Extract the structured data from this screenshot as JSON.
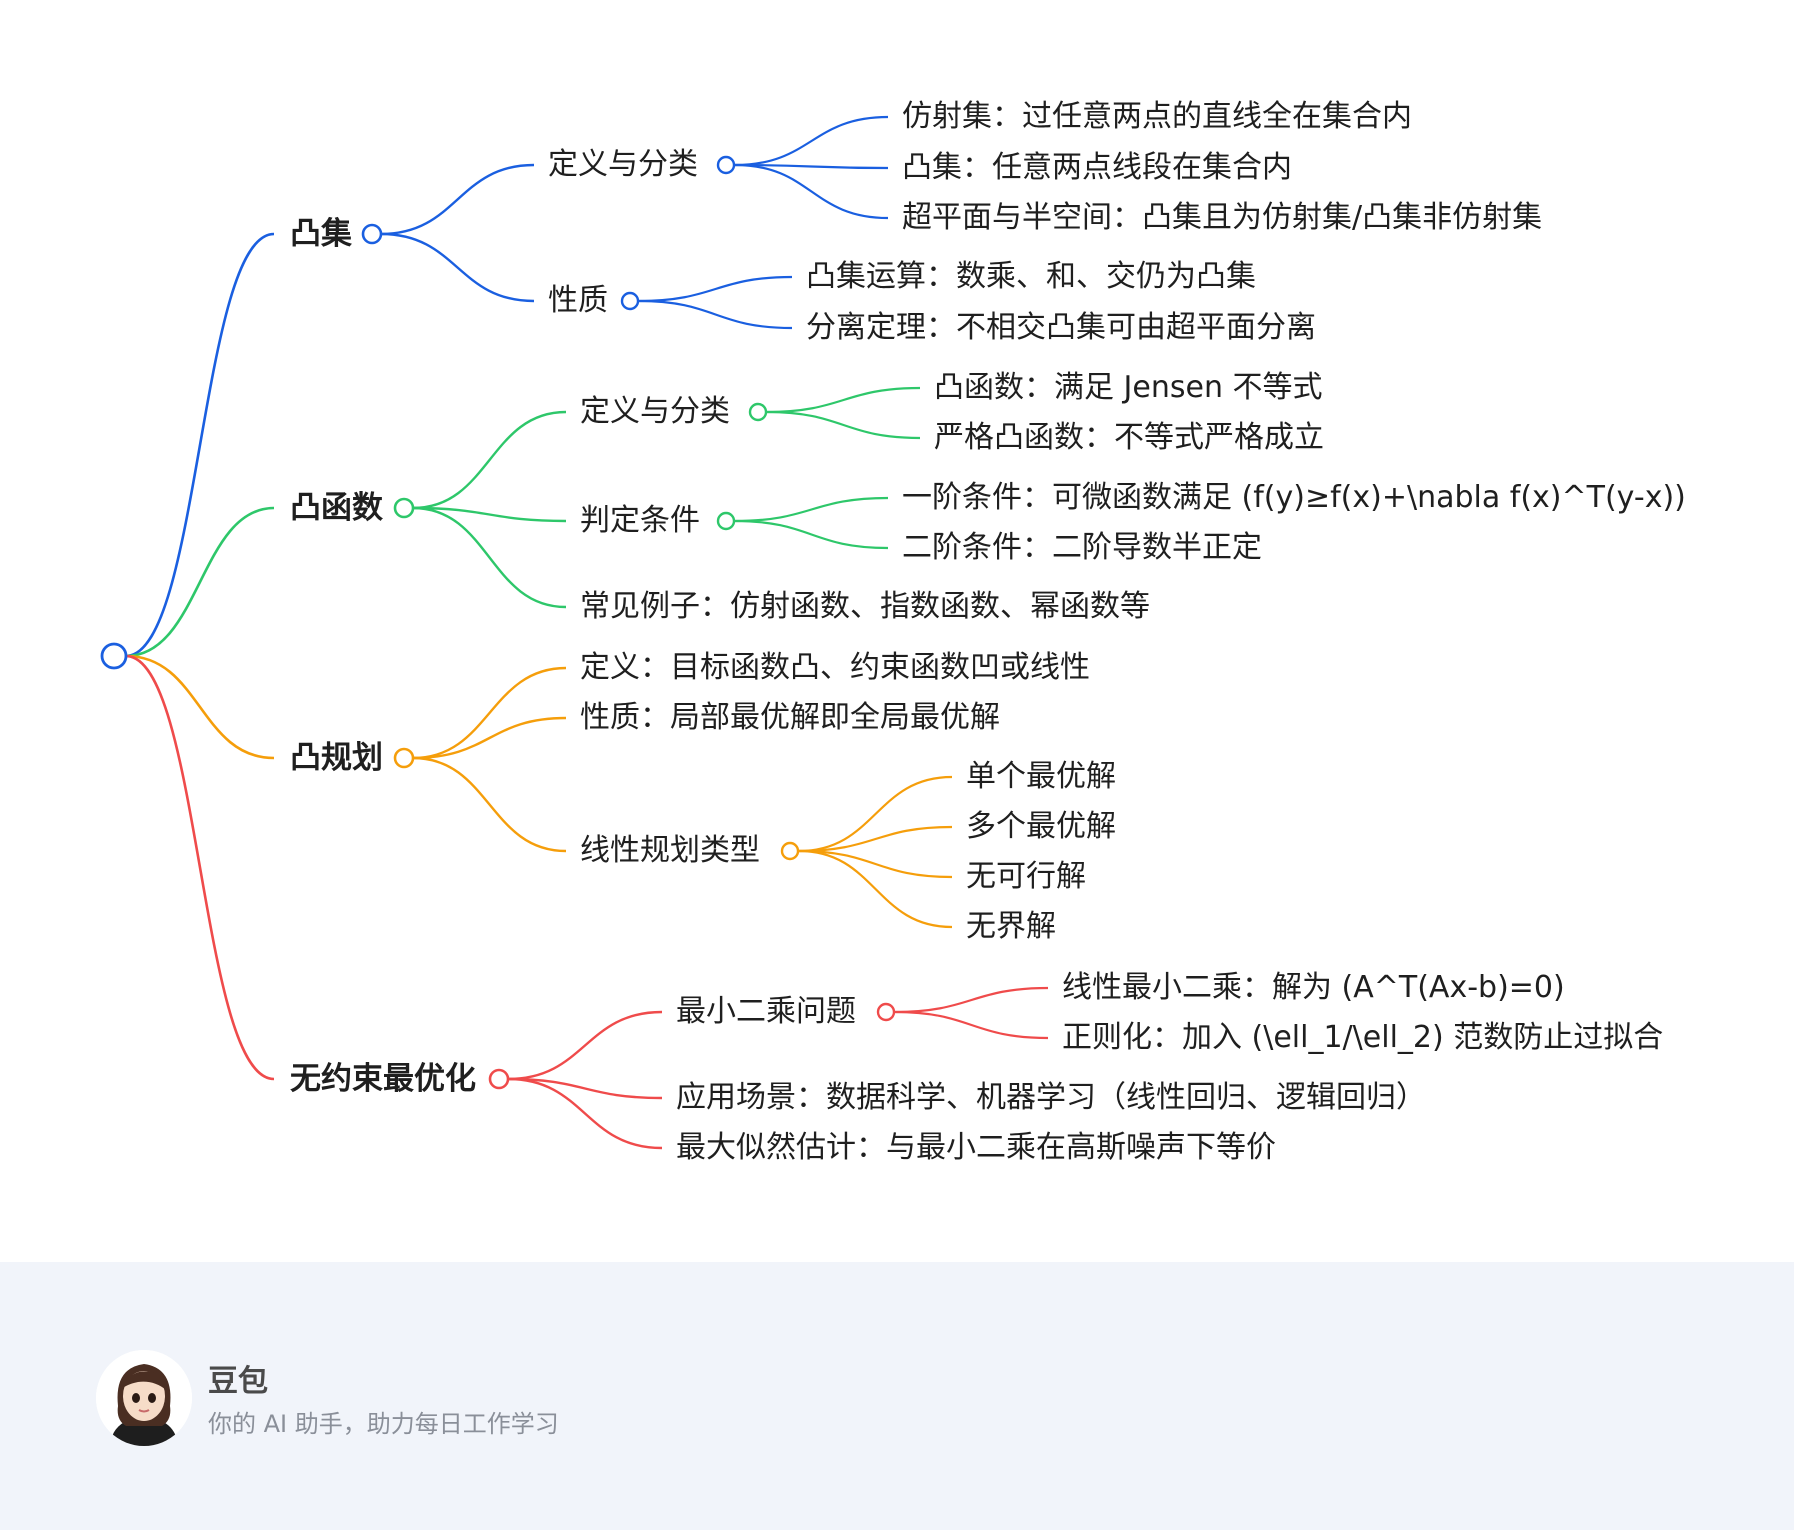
{
  "mindmap": {
    "root": {
      "color": "#1a5fe0"
    },
    "branches": [
      {
        "label": "凸集",
        "color": "#1a5fe0",
        "children": [
          {
            "label": "定义与分类",
            "children": [
              "仿射集：过任意两点的直线全在集合内",
              "凸集：任意两点线段在集合内",
              "超平面与半空间：凸集且为仿射集/凸集非仿射集"
            ]
          },
          {
            "label": "性质",
            "children": [
              "凸集运算：数乘、和、交仍为凸集",
              "分离定理：不相交凸集可由超平面分离"
            ]
          }
        ]
      },
      {
        "label": "凸函数",
        "color": "#2ec76a",
        "children": [
          {
            "label": "定义与分类",
            "children": [
              "凸函数：满足 Jensen 不等式",
              "严格凸函数：不等式严格成立"
            ]
          },
          {
            "label": "判定条件",
            "children": [
              "一阶条件：可微函数满足 (f(y)≥f(x)+\\nabla f(x)^T(y-x))",
              "二阶条件：二阶导数半正定"
            ]
          },
          {
            "label": "常见例子：仿射函数、指数函数、幂函数等",
            "children": []
          }
        ]
      },
      {
        "label": "凸规划",
        "color": "#f59e0b",
        "children": [
          {
            "label": "定义：目标函数凸、约束函数凹或线性",
            "children": []
          },
          {
            "label": "性质：局部最优解即全局最优解",
            "children": []
          },
          {
            "label": "线性规划类型",
            "children": [
              "单个最优解",
              "多个最优解",
              "无可行解",
              "无界解"
            ]
          }
        ]
      },
      {
        "label": "无约束最优化",
        "color": "#ef4b4b",
        "children": [
          {
            "label": "最小二乘问题",
            "children": [
              "线性最小二乘：解为 (A^T(Ax-b)=0)",
              "正则化：加入 (\\ell_1/\\ell_2) 范数防止过拟合"
            ]
          },
          {
            "label": "应用场景：数据科学、机器学习（线性回归、逻辑回归）",
            "children": []
          },
          {
            "label": "最大似然估计：与最小二乘在高斯噪声下等价",
            "children": []
          }
        ]
      }
    ]
  },
  "footer": {
    "name": "豆包",
    "slogan": "你的 AI 助手，助力每日工作学习"
  }
}
